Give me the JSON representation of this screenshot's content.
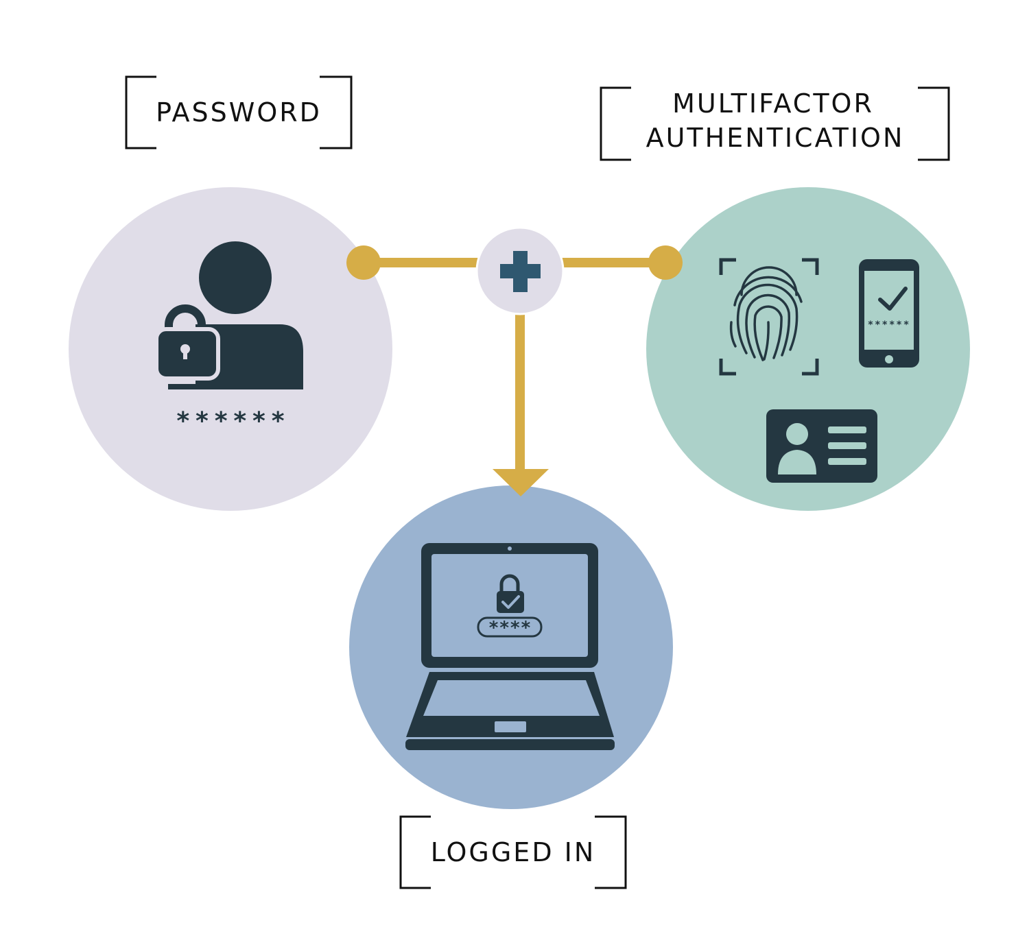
{
  "labels": {
    "password": "PASSWORD",
    "mfa_line1": "MULTIFACTOR",
    "mfa_line2": "AUTHENTICATION",
    "logged_in": "LOGGED IN"
  },
  "password_mask": "******",
  "phone_code": "******",
  "laptop_pin": "****",
  "icons": {
    "password": [
      "user-icon",
      "padlock-icon"
    ],
    "mfa": [
      "fingerprint-scan-icon",
      "smartphone-icon",
      "check-icon",
      "id-card-icon"
    ],
    "logged_in": [
      "laptop-icon",
      "padlock-check-icon"
    ],
    "connector": "plus-icon"
  },
  "colors": {
    "password_circle": "#e0dde8",
    "mfa_circle": "#acd1c9",
    "logged_in_circle": "#9ab3d0",
    "connector": "#d6ad47",
    "plus_circle": "#e0dde8",
    "plus": "#2f5870",
    "icon": "#243741",
    "text": "#111111"
  }
}
